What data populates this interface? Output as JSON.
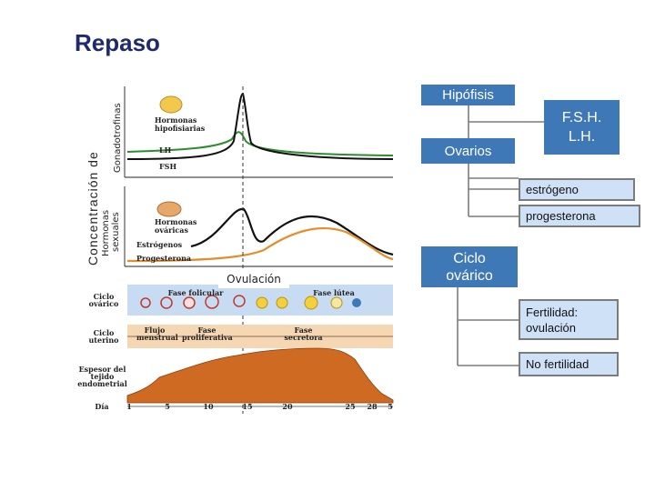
{
  "title": "Repaso",
  "left_figure": {
    "vertical_labels": {
      "main": "Concentración de",
      "top_group": "Gonadotrofinas",
      "bottom_group_line1": "Hormonas",
      "bottom_group_line2": "sexuales"
    },
    "top_legend": [
      "Hormonas hipofisiarias",
      "LH",
      "FSH"
    ],
    "bottom_legend": [
      "Hormonas ováricas",
      "Estrógenos",
      "Progesterona"
    ],
    "ovulation_label": "Ovulación",
    "strip1": {
      "label": "Ciclo ovárico",
      "phases": [
        "Fase folicular",
        "Fase lútea"
      ]
    },
    "strip2": {
      "label": "Ciclo uterino",
      "phases": [
        "Flujo menstrual",
        "Fase proliferativa",
        "Fase secretora"
      ]
    },
    "strip3": {
      "label": "Espesor del tejido endometrial"
    },
    "day_axis": {
      "label": "Día",
      "ticks": [
        "1",
        "5",
        "10",
        "15",
        "20",
        "25",
        "28",
        "5"
      ]
    }
  },
  "right_diagram": {
    "hipofisis": "Hipófisis",
    "ovarios": "Ovarios",
    "hormones_line1": "F.S.H.",
    "hormones_line2": "L.H.",
    "estrogeno": "estrógeno",
    "progesterona": "progesterona",
    "ciclo_line1": "Ciclo",
    "ciclo_line2": "ovárico",
    "fertilidad_line1": "Fertilidad:",
    "fertilidad_line2": "ovulación",
    "no_fertilidad": "No fertilidad"
  },
  "colors": {
    "title": "#1f2a6e",
    "box_blue": "#3f78b6",
    "box_light": "#cfe1f7",
    "lh_curve": "#2e8b2e",
    "strip_blue": "#c7dcf3",
    "strip_orange": "#f6d7b3",
    "endometrium": "#cf6a22"
  }
}
